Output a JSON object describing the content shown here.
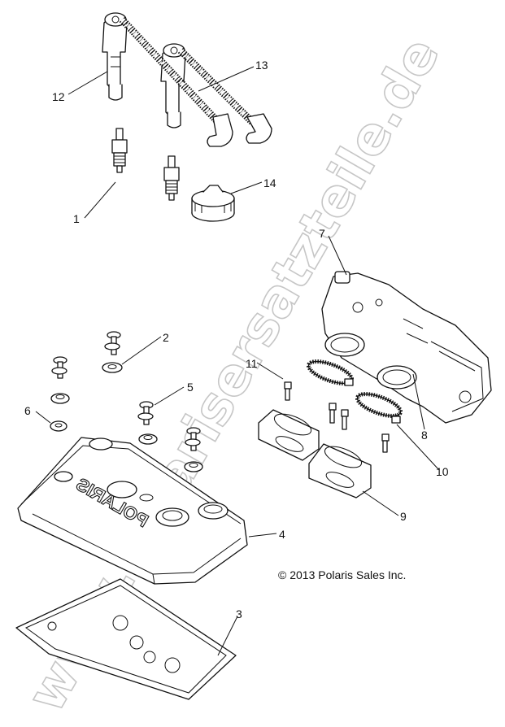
{
  "watermark": "www.polarisersatzteile.de",
  "copyright": "© 2013 Polaris Sales Inc.",
  "brand_on_cover": "POLARIS",
  "callouts": [
    {
      "id": "c1",
      "label": "1"
    },
    {
      "id": "c2",
      "label": "2"
    },
    {
      "id": "c3",
      "label": "3"
    },
    {
      "id": "c4",
      "label": "4"
    },
    {
      "id": "c5",
      "label": "5"
    },
    {
      "id": "c6",
      "label": "6"
    },
    {
      "id": "c7",
      "label": "7"
    },
    {
      "id": "c8",
      "label": "8"
    },
    {
      "id": "c9",
      "label": "9"
    },
    {
      "id": "c10",
      "label": "10"
    },
    {
      "id": "c11",
      "label": "11"
    },
    {
      "id": "c12",
      "label": "12"
    },
    {
      "id": "c13",
      "label": "13"
    },
    {
      "id": "c14",
      "label": "14"
    }
  ]
}
